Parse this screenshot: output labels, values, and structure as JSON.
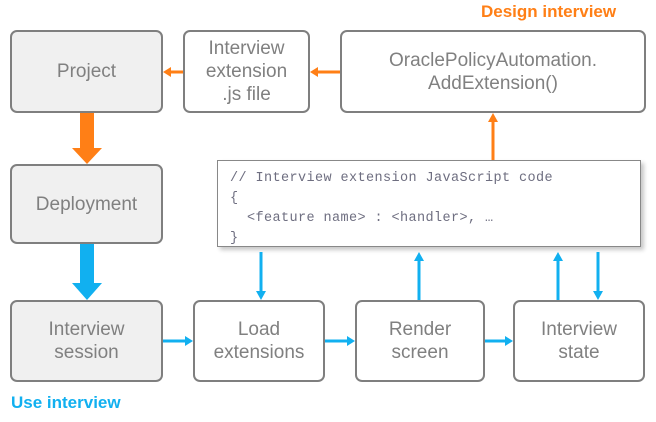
{
  "diagram": {
    "title_design": "Design interview",
    "title_use": "Use interview",
    "colors": {
      "orange": "#ff7f16",
      "blue": "#11b0f0",
      "box_border": "#7f7f7f",
      "box_text": "#808080",
      "box_fill_shaded": "#f0f0f0",
      "box_fill_plain": "#ffffff",
      "code_text": "#6e6e80"
    },
    "nodes": {
      "project": "Project",
      "interview_extension_file": "Interview\nextension\n.js file",
      "add_extension": "OraclePolicyAutomation.\nAddExtension()",
      "deployment": "Deployment",
      "interview_session": "Interview\nsession",
      "load_extensions": "Load\nextensions",
      "render_screen": "Render\nscreen",
      "interview_state": "Interview\nstate"
    },
    "code": {
      "line1": "// Interview extension JavaScript code",
      "line2": "{",
      "line3": "  <feature name> : <handler>, …",
      "line4": "}"
    }
  }
}
